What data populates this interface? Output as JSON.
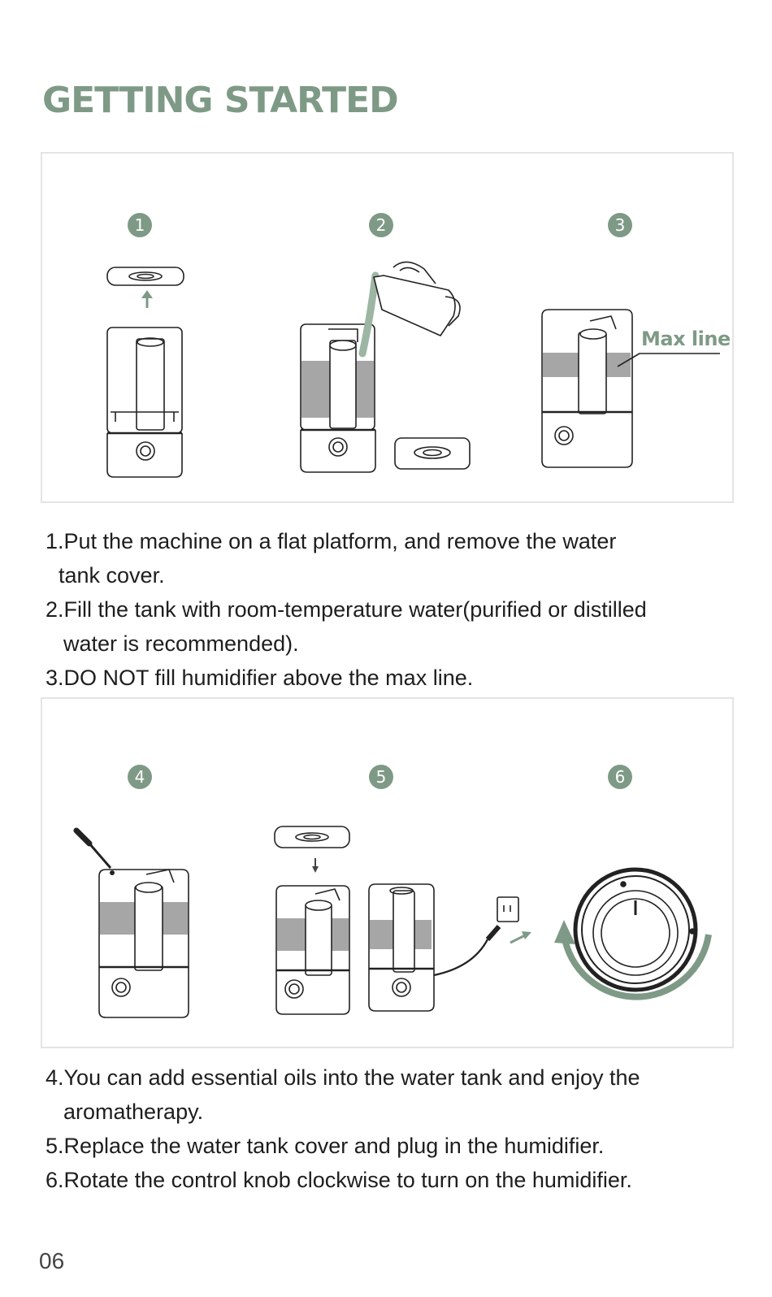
{
  "page": {
    "title": "GETTING STARTED",
    "page_number": "06"
  },
  "colors": {
    "accent": "#7e9a86",
    "water": "#a6a6a6",
    "line": "#222222"
  },
  "panel1": {
    "badges": [
      "1",
      "2",
      "3"
    ],
    "max_line_label": "Max line"
  },
  "steps1": [
    {
      "number": "1.",
      "text": "Put the machine on a flat platform, and remove the water",
      "continuation": "tank cover."
    },
    {
      "number": "2.",
      "text": "Fill the tank with room-temperature water(purified or distilled",
      "continuation": "water is recommended)."
    },
    {
      "number": "3.",
      "text": "DO NOT fill humidifier above the max line.",
      "continuation": ""
    }
  ],
  "panel2": {
    "badges": [
      "4",
      "5",
      "6"
    ]
  },
  "steps2": [
    {
      "number": "4.",
      "text": "You can add essential oils into the water tank and enjoy the",
      "continuation": "aromatherapy."
    },
    {
      "number": "5.",
      "text": "Replace the water tank cover and plug in the humidifier.",
      "continuation": ""
    },
    {
      "number": "6.",
      "text": "Rotate the control knob clockwise to turn on the humidifier.",
      "continuation": ""
    }
  ]
}
